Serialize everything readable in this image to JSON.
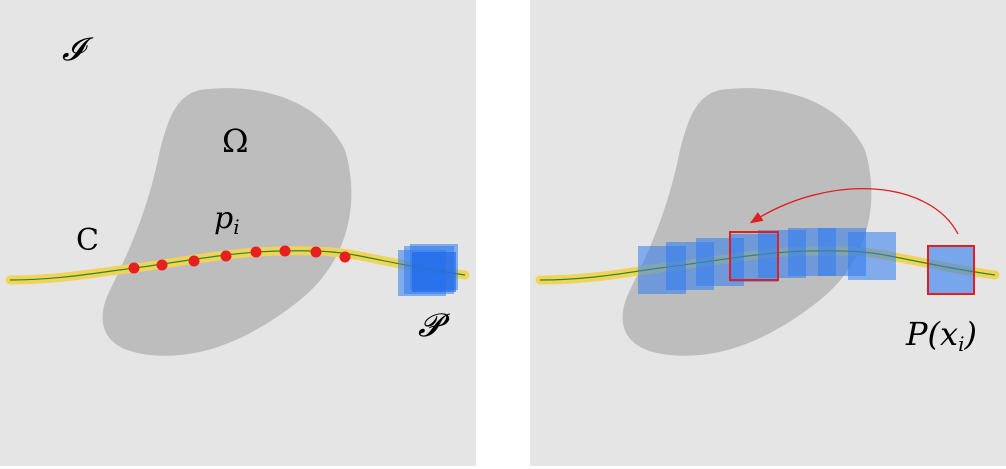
{
  "left_panel": {
    "image_label": "𝓘",
    "region_label": "Ω",
    "curve_label": "C",
    "point_label_base": "p",
    "point_label_sub": "i",
    "patch_label": "𝓟"
  },
  "right_panel": {
    "patch_label_fn": "P(",
    "patch_label_var": "x",
    "patch_label_sub": "i",
    "patch_label_close": ")"
  },
  "colors": {
    "background": "#e5e5e5",
    "region": "#bdbdbd",
    "curve_band": "#f2d35a",
    "curve_line": "#2a8a2a",
    "points": "#e62020",
    "patch": "#2f7bf0",
    "highlight": "#e02020"
  }
}
